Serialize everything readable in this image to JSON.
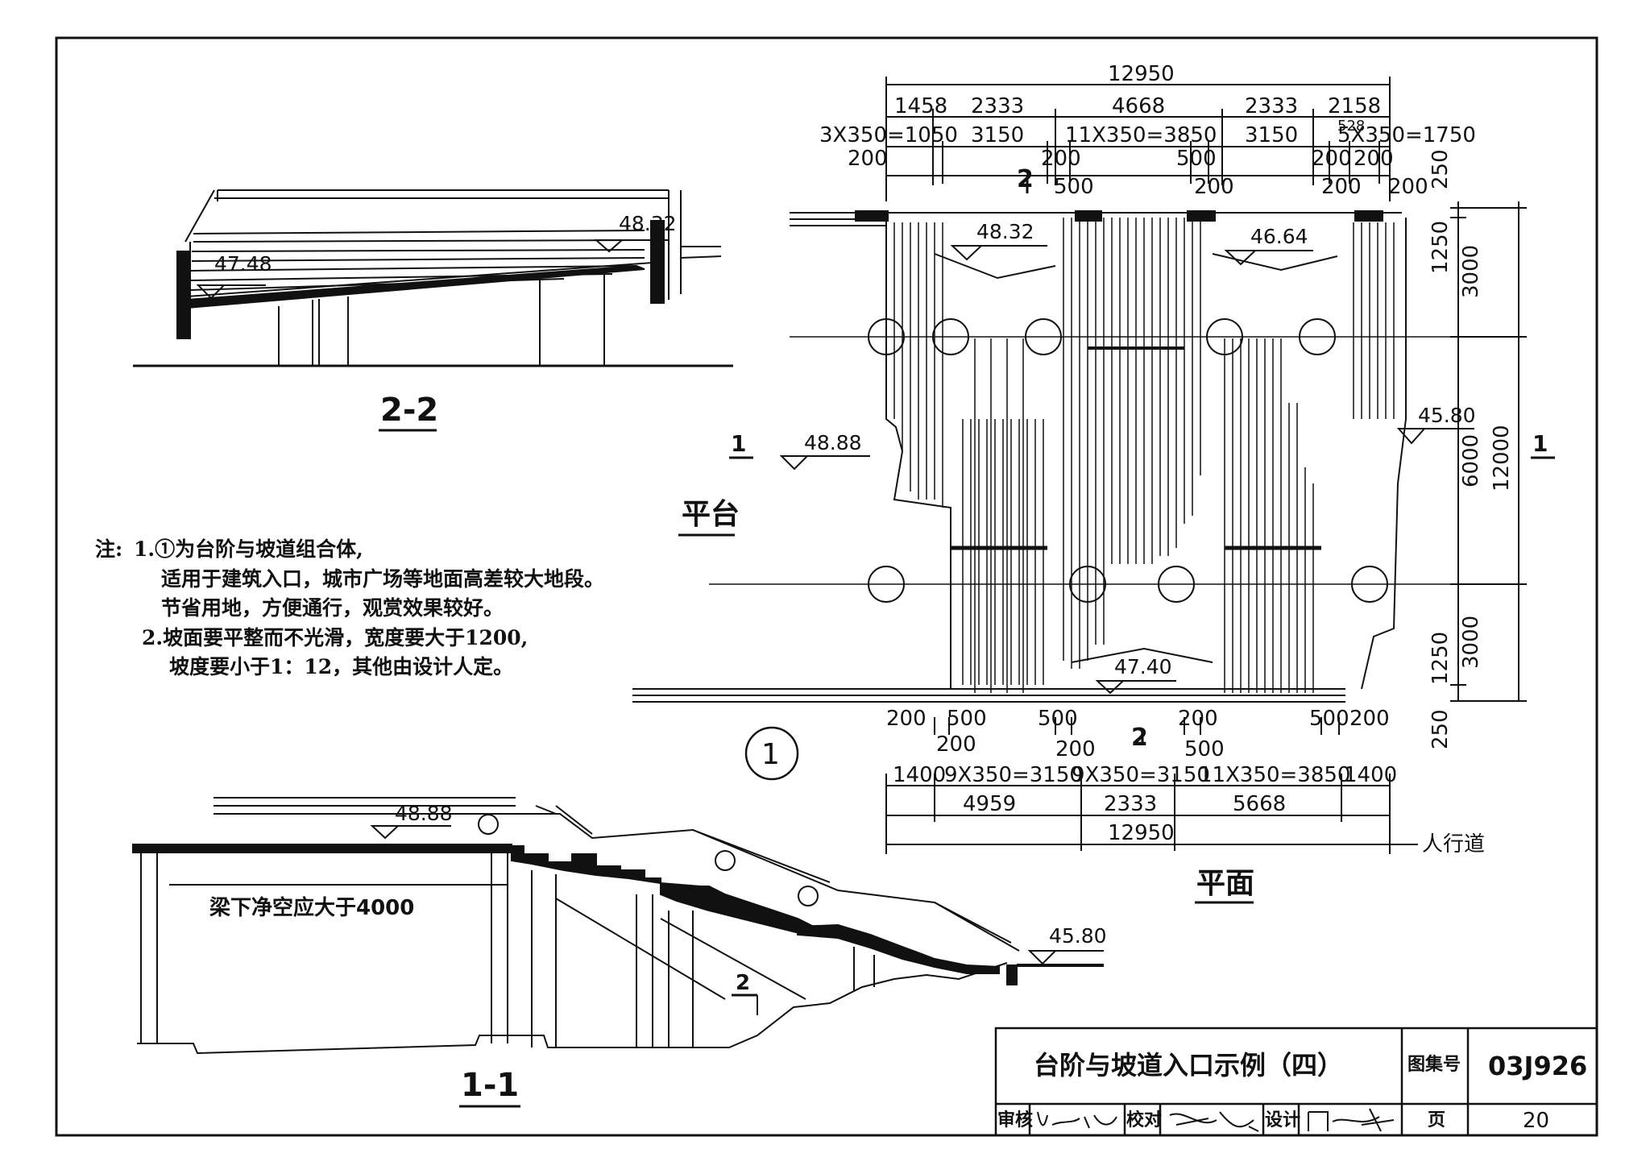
{
  "sections": {
    "s22_label": "2-2",
    "s11_label": "1-1",
    "plan_label": "平面",
    "platform_label": "平台",
    "marker_1": "1",
    "marker_2": "2",
    "combo_circle": "1"
  },
  "levels": {
    "s22_left": "47.48",
    "s22_right": "48.32",
    "plan_top_left": "48.32",
    "plan_top_right": "46.64",
    "plan_bottom": "47.40",
    "plan_left": "48.88",
    "plan_right": "45.80",
    "s11_left": "48.88",
    "s11_right": "45.80"
  },
  "dims_top": {
    "overall": "12950",
    "row1": [
      "1458",
      "2333",
      "4668",
      "2333",
      "2158"
    ],
    "row1_small": "528",
    "row2": [
      "3X350=1050",
      "3150",
      "11X350=3850",
      "3150",
      "5X350=1750"
    ],
    "row3_200": "200",
    "row3_500": "500",
    "row3_2": "2"
  },
  "dims_bottom": {
    "row1": [
      "1400",
      "9X350=3150",
      "9X350=3150",
      "11X350=3850",
      "1400"
    ],
    "row2": [
      "4959",
      "2333",
      "5668"
    ],
    "overall": "12950",
    "d200": "200",
    "d500": "500"
  },
  "dims_right": {
    "top_250": "250",
    "top_1250": "1250",
    "top_3000": "3000",
    "mid_6000": "6000",
    "total_12000": "12000",
    "bot_3000": "3000",
    "bot_1250": "1250",
    "bot_250": "250"
  },
  "notes": {
    "prefix": "注:",
    "n1a": "1.①为台阶与坡道组合体,",
    "n1b": "适用于建筑入口，城市广场等地面高差较大地段。",
    "n1c": "节省用地，方便通行，观赏效果较好。",
    "n2a": "2.坡面要平整而不光滑，宽度要大于1200,",
    "n2b": "坡度要小于1：12，其他由设计人定。"
  },
  "annotations": {
    "clearance": "梁下净空应大于4000",
    "sidewalk": "人行道"
  },
  "title_block": {
    "title": "台阶与坡道入口示例（四）",
    "atlas_label": "图集号",
    "atlas_no": "03J926",
    "review": "审核",
    "check": "校对",
    "design": "设计",
    "page_label": "页",
    "page_no": "20"
  }
}
